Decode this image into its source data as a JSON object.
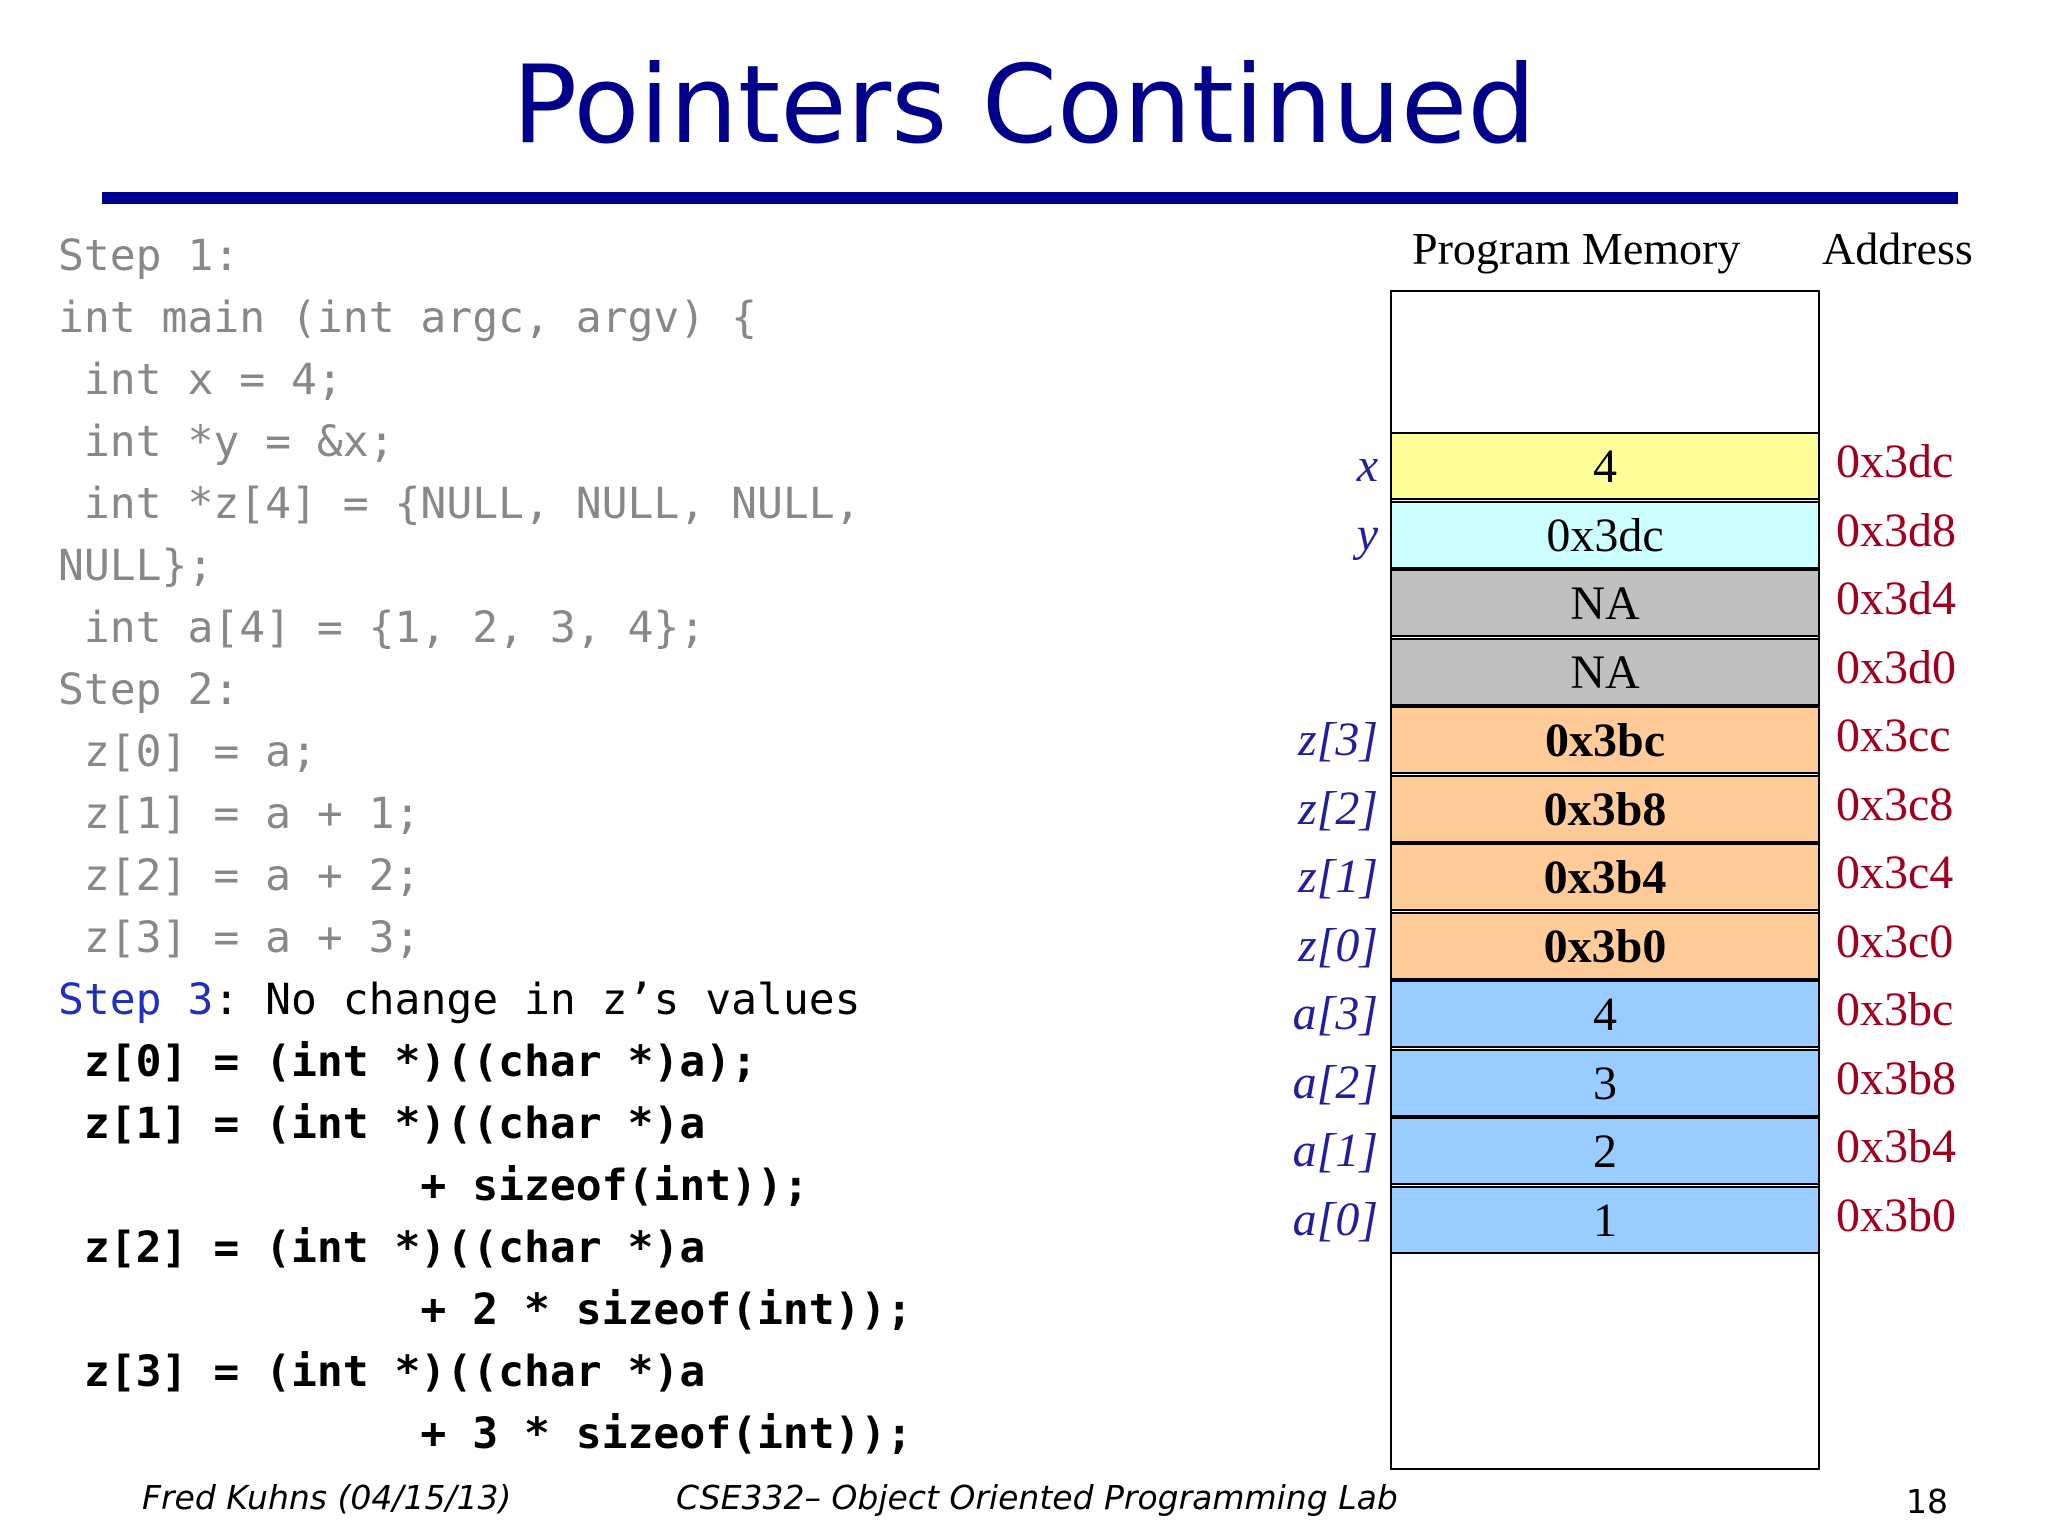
{
  "title": "Pointers Continued",
  "code": [
    {
      "text": "Step 1:",
      "style": "gray"
    },
    {
      "text": "int main (int argc, argv) {",
      "style": "gray"
    },
    {
      "text": " int x = 4;",
      "style": "gray"
    },
    {
      "text": " int *y = &x;",
      "style": "gray"
    },
    {
      "text": " int *z[4] = {NULL, NULL, NULL,",
      "style": "gray"
    },
    {
      "text": "NULL};",
      "style": "gray"
    },
    {
      "text": " int a[4] = {1, 2, 3, 4};",
      "style": "gray"
    },
    {
      "text": "Step 2:",
      "style": "gray"
    },
    {
      "text": " z[0] = a;",
      "style": "gray"
    },
    {
      "text": " z[1] = a + 1;",
      "style": "gray"
    },
    {
      "text": " z[2] = a + 2;",
      "style": "gray"
    },
    {
      "text": " z[3] = a + 3;",
      "style": "gray"
    },
    {
      "text": "",
      "style": "step3"
    },
    {
      "text": " z[0] = (int *)((char *)a);",
      "style": "bold"
    },
    {
      "text": " z[1] = (int *)((char *)a",
      "style": "bold"
    },
    {
      "text": "              + sizeof(int));",
      "style": "bold"
    },
    {
      "text": " z[2] = (int *)((char *)a",
      "style": "bold"
    },
    {
      "text": "              + 2 * sizeof(int));",
      "style": "bold"
    },
    {
      "text": " z[3] = (int *)((char *)a",
      "style": "bold"
    },
    {
      "text": "              + 3 * sizeof(int));",
      "style": "bold"
    }
  ],
  "step3": {
    "label": "Step 3",
    "rest": ": No change in z’s values"
  },
  "memory": {
    "header": "Program Memory",
    "address_header": "Address",
    "cells": [
      {
        "var": "x",
        "value": "4",
        "addr": "0x3dc",
        "color": "#ffff99",
        "bold": false
      },
      {
        "var": "y",
        "value": "0x3dc",
        "addr": "0x3d8",
        "color": "#ccffff",
        "bold": false
      },
      {
        "var": "",
        "value": "NA",
        "addr": "0x3d4",
        "color": "#c0c0c0",
        "bold": false
      },
      {
        "var": "",
        "value": "NA",
        "addr": "0x3d0",
        "color": "#c0c0c0",
        "bold": false
      },
      {
        "var": "z[3]",
        "value": "0x3bc",
        "addr": "0x3cc",
        "color": "#ffcc99",
        "bold": true
      },
      {
        "var": "z[2]",
        "value": "0x3b8",
        "addr": "0x3c8",
        "color": "#ffcc99",
        "bold": true
      },
      {
        "var": "z[1]",
        "value": "0x3b4",
        "addr": "0x3c4",
        "color": "#ffcc99",
        "bold": true
      },
      {
        "var": "z[0]",
        "value": "0x3b0",
        "addr": "0x3c0",
        "color": "#ffcc99",
        "bold": true
      },
      {
        "var": "a[3]",
        "value": "4",
        "addr": "0x3bc",
        "color": "#99ccff",
        "bold": false
      },
      {
        "var": "a[2]",
        "value": "3",
        "addr": "0x3b8",
        "color": "#99ccff",
        "bold": false
      },
      {
        "var": "a[1]",
        "value": "2",
        "addr": "0x3b4",
        "color": "#99ccff",
        "bold": false
      },
      {
        "var": "a[0]",
        "value": "1",
        "addr": "0x3b0",
        "color": "#99ccff",
        "bold": false
      }
    ]
  },
  "footer": {
    "author": "Fred Kuhns (04/15/13)",
    "course": "CSE332– Object Oriented Programming Lab",
    "page": "18"
  }
}
